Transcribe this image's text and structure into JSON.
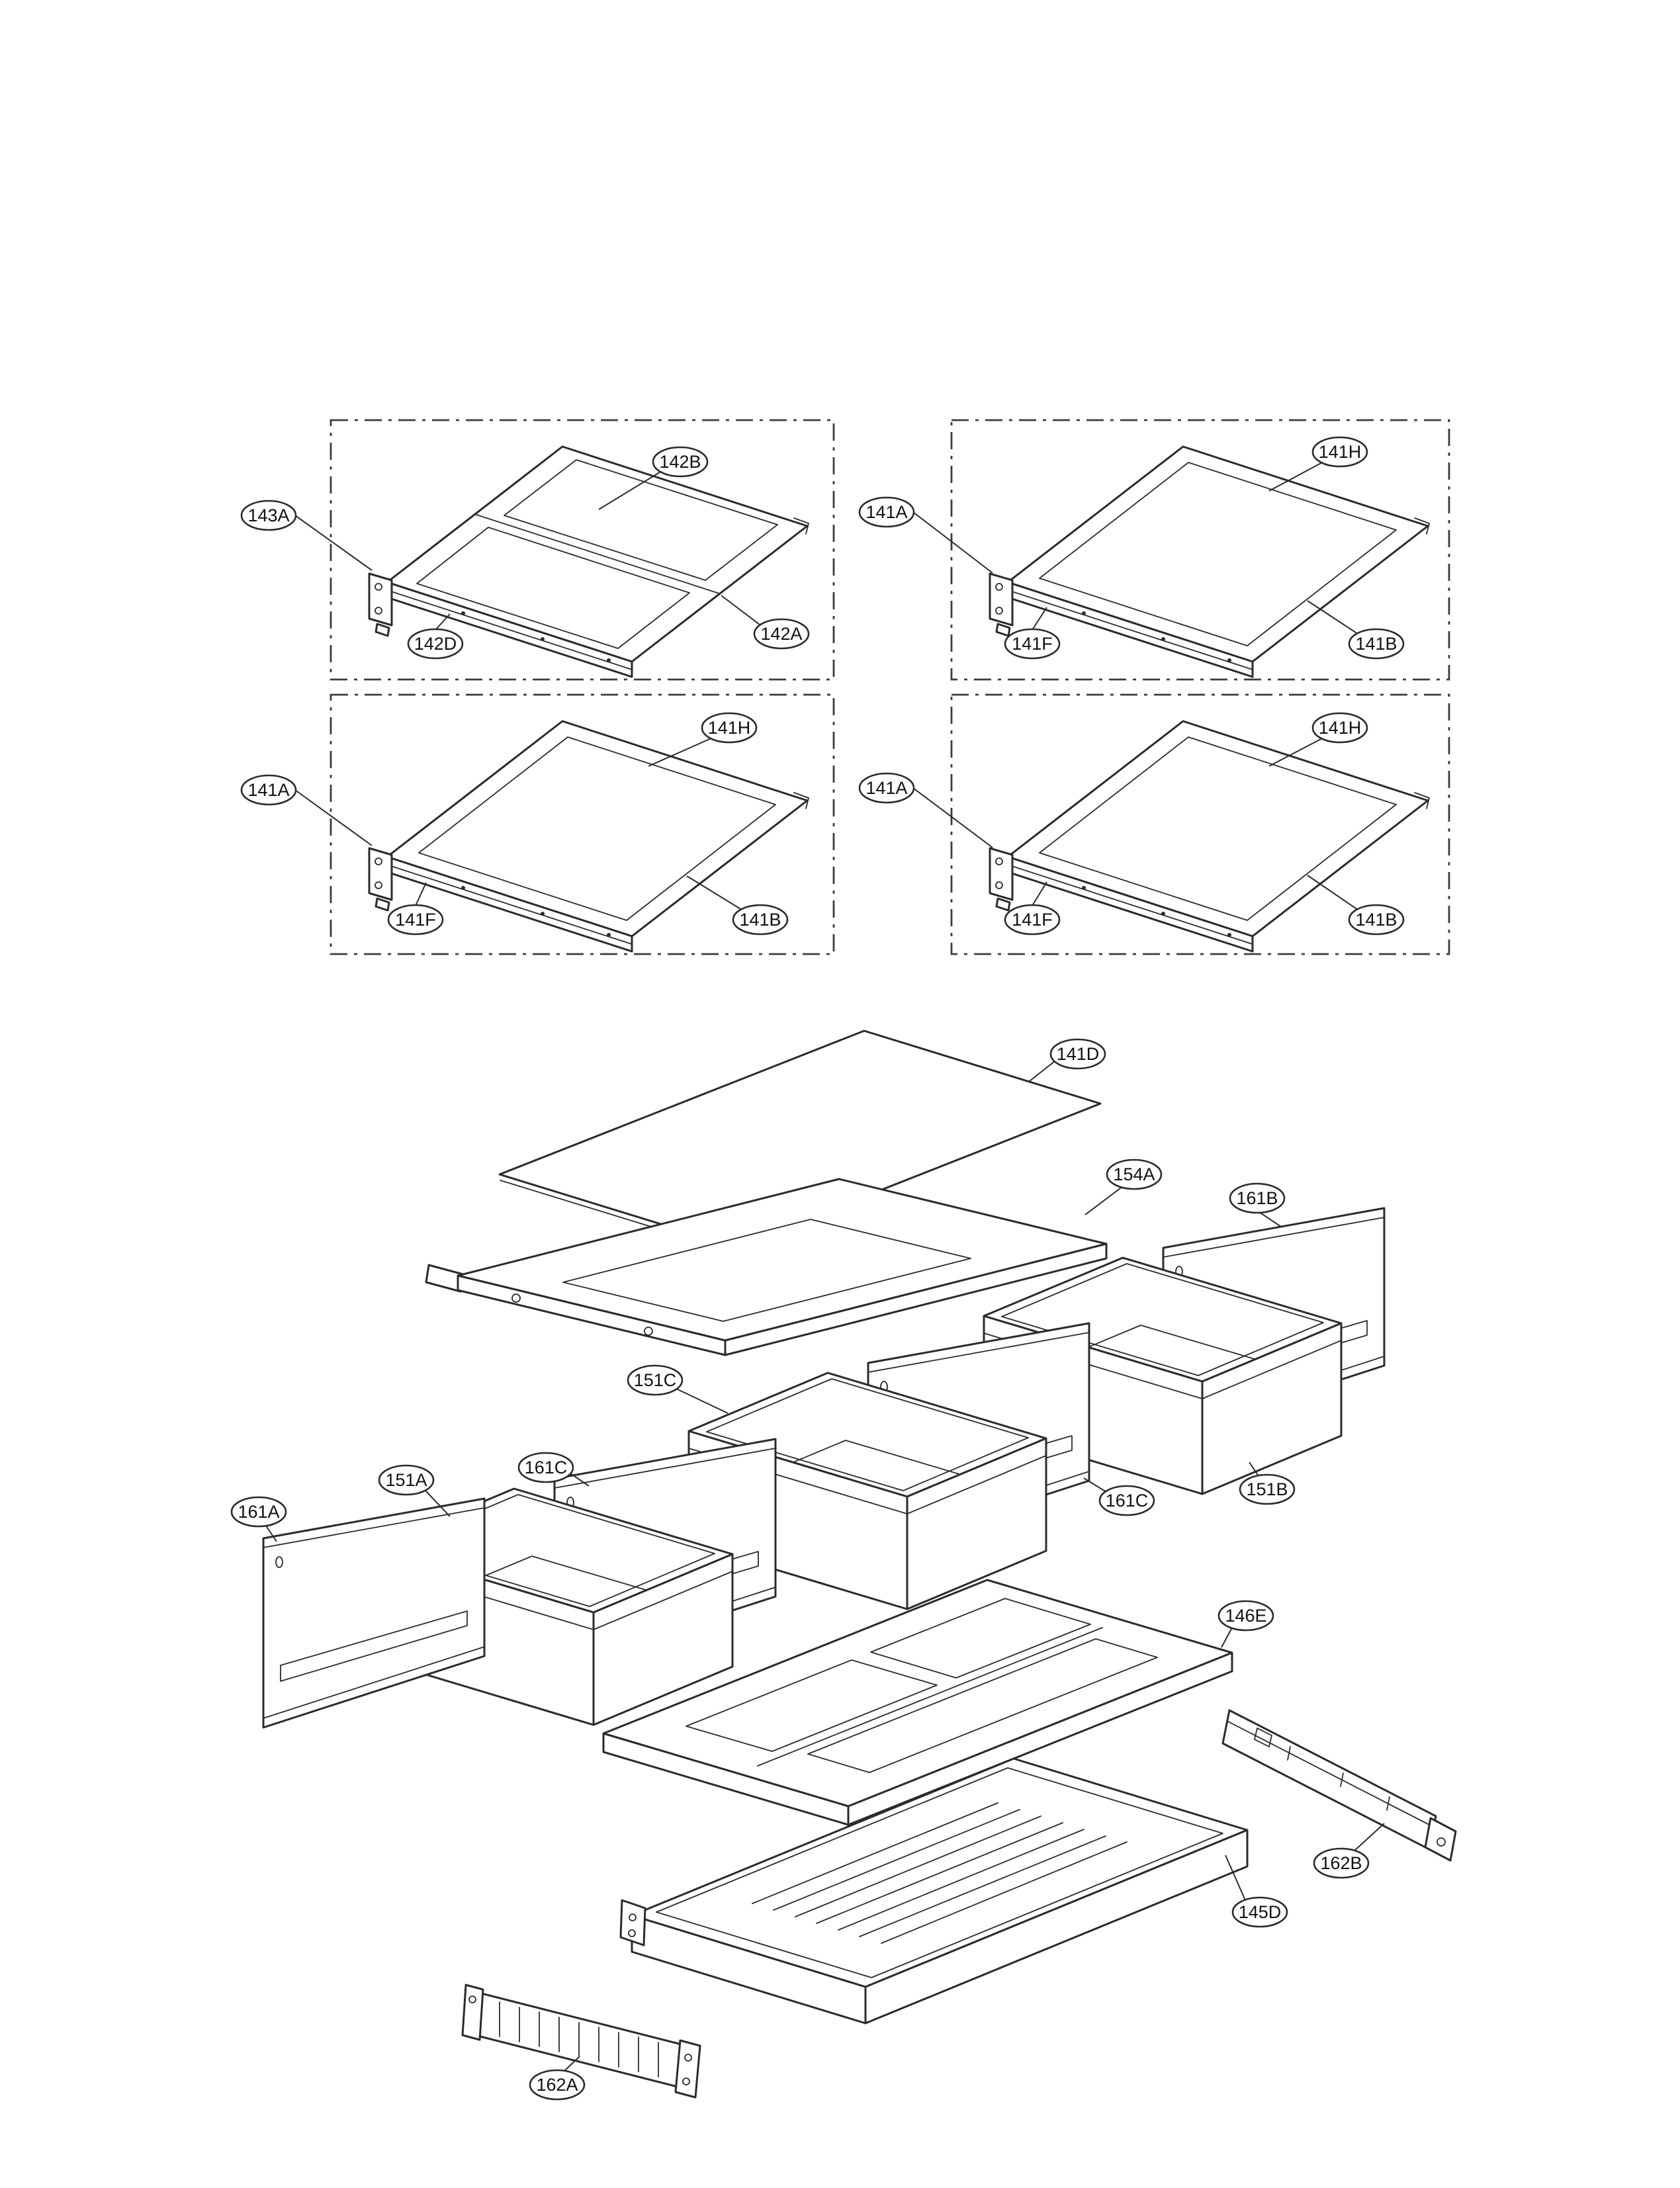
{
  "page": {
    "background": "#ffffff",
    "line_color": "#2b2b2b"
  },
  "diagram": {
    "insets": [
      {
        "outer": "143A",
        "a": "142B",
        "b": "142D",
        "c": "142A"
      },
      {
        "outer": "141A",
        "a": "141H",
        "b": "141F",
        "c": "141B"
      },
      {
        "outer": "141A",
        "a": "141H",
        "b": "141F",
        "c": "141B"
      },
      {
        "outer": "141A",
        "a": "141H",
        "b": "141F",
        "c": "141B"
      }
    ],
    "parts": {
      "glass_panel": "141D",
      "shelf_frame": "154A",
      "cover_right": "161B",
      "drawer_center": "151C",
      "divider_left": "161C",
      "drawer_left": "151A",
      "cover_left": "161A",
      "divider_right": "161C",
      "drawer_right": "151B",
      "tray": "146E",
      "rail_lower_right": "162B",
      "drawer_bottom": "145D",
      "grille": "162A"
    }
  }
}
